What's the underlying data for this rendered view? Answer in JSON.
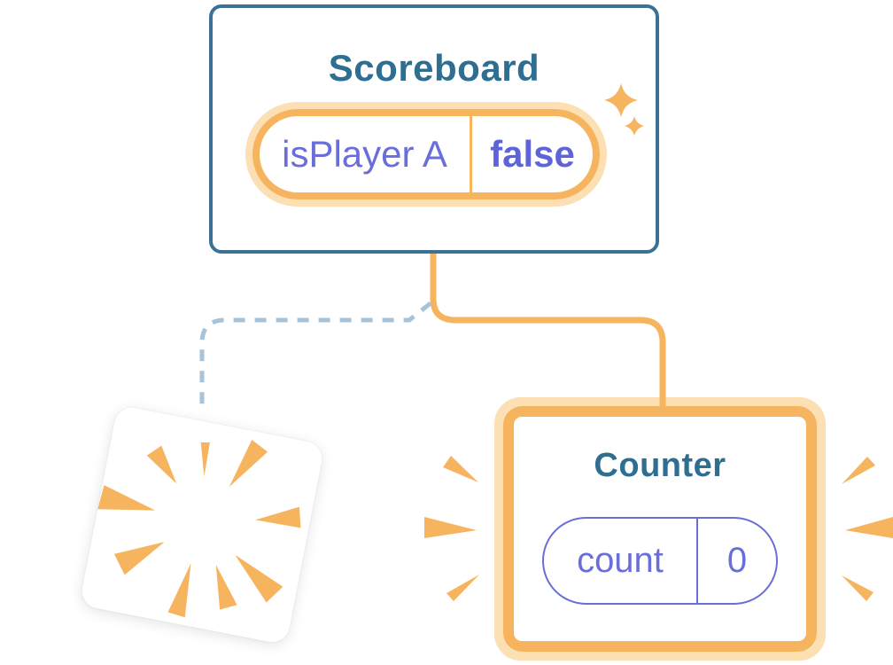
{
  "scoreboard": {
    "title": "Scoreboard",
    "state_pill": {
      "label": "isPlayer A",
      "value": "false"
    }
  },
  "counter": {
    "title": "Counter",
    "state_pill": {
      "label": "count",
      "value": "0"
    }
  },
  "destroyed_component": {
    "description": "removed component shown as white card with burst"
  },
  "connectors": {
    "solid": "scoreboard-to-counter",
    "dashed": "scoreboard-to-removed-component"
  },
  "icons": {
    "sparkle_large": "sparkle-icon",
    "sparkle_small": "sparkle-icon",
    "burst": "burst-icon",
    "emphasis_left": "emphasis-marks",
    "emphasis_right": "emphasis-marks"
  },
  "colors": {
    "accent_orange": "#f6b45f",
    "accent_orange_light": "#fcdfb2",
    "card_border_blue": "#3b7194",
    "title_blue": "#2e6e91",
    "state_purple": "#6a6eda",
    "dashed_line_blue": "#a6c3d9",
    "background": "#ffffff"
  }
}
